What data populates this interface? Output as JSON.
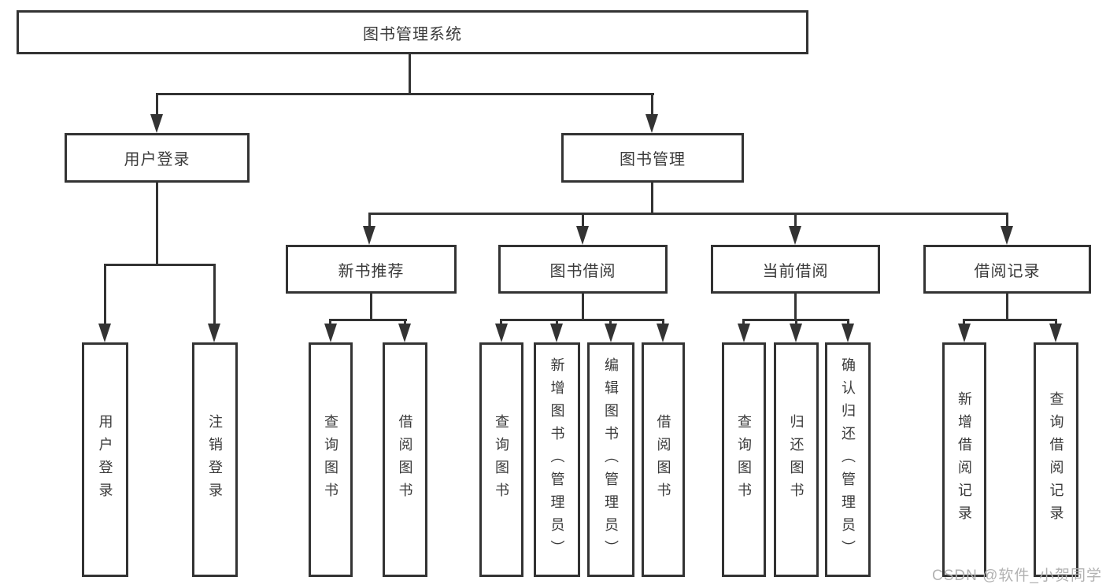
{
  "colors": {
    "line": "#333333",
    "text": "#3a3a3a",
    "background": "#ffffff",
    "watermark": "#b2b2b2"
  },
  "diagram": {
    "root": {
      "label": "图书管理系统"
    },
    "level2": [
      {
        "id": "user-login",
        "label": "用户登录"
      },
      {
        "id": "book-management",
        "label": "图书管理"
      }
    ],
    "level3": [
      {
        "id": "new-book-recommend",
        "label": "新书推荐"
      },
      {
        "id": "book-borrow",
        "label": "图书借阅"
      },
      {
        "id": "current-borrow",
        "label": "当前借阅"
      },
      {
        "id": "borrow-records",
        "label": "借阅记录"
      }
    ],
    "leaves": [
      {
        "parent": "user-login",
        "label": "用户登录"
      },
      {
        "parent": "user-login",
        "label": "注销登录"
      },
      {
        "parent": "new-book-recommend",
        "label": "查询图书"
      },
      {
        "parent": "new-book-recommend",
        "label": "借阅图书"
      },
      {
        "parent": "book-borrow",
        "label": "查询图书"
      },
      {
        "parent": "book-borrow",
        "label": "新增图书（管理员）"
      },
      {
        "parent": "book-borrow",
        "label": "编辑图书（管理员）"
      },
      {
        "parent": "book-borrow",
        "label": "借阅图书"
      },
      {
        "parent": "current-borrow",
        "label": "查询图书"
      },
      {
        "parent": "current-borrow",
        "label": "归还图书"
      },
      {
        "parent": "current-borrow",
        "label": "确认归还（管理员）"
      },
      {
        "parent": "borrow-records",
        "label": "新增借阅记录"
      },
      {
        "parent": "borrow-records",
        "label": "查询借阅记录"
      }
    ]
  },
  "watermark": {
    "text": "CSDN @软件_小贺同学"
  }
}
